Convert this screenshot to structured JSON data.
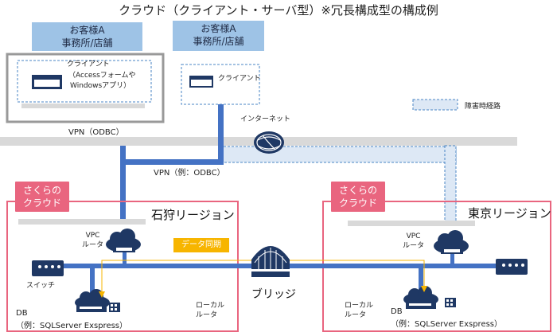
{
  "title": "クラウド（クライアント・サーバ型）※冗長構成型の構成例",
  "customers": [
    {
      "name": "お客様A",
      "site": "事務所/店舗"
    },
    {
      "name": "お客様A",
      "site": "事務所/店舗"
    }
  ],
  "client_left": {
    "label": "クライアント",
    "app_line1": "（Accessフォームや",
    "app_line2": "Windowsアプリ）"
  },
  "client_right": {
    "label": "クライアント"
  },
  "internet": "インターネット",
  "vpn_left": "VPN（ODBC）",
  "vpn_mid": "VPN（例：ODBC）",
  "legend": {
    "failover_path": "障害時経路"
  },
  "sakura_cloud": {
    "line1": "さくらの",
    "line2": "クラウド"
  },
  "regions": {
    "ishikari": {
      "name": "石狩リージョン",
      "vpc_router": "VPC\nルータ",
      "switch": "スイッチ",
      "db_line1": "DB",
      "db_line2": "（例：SQLServer Exspress）",
      "local_router": "ローカル\nルータ"
    },
    "tokyo": {
      "name": "東京リージョン",
      "vpc_router": "VPC\nルータ",
      "db_line1": "DB",
      "db_line2": "（例：SQLServer Exspress）",
      "local_router": "ローカル\nルータ"
    }
  },
  "data_sync": "データ同期",
  "bridge": "ブリッジ",
  "colors": {
    "blue_line": "#4472c4",
    "navy_device": "#1f3864",
    "pink_region": "#e9657f",
    "customer_box": "#9ec3e6",
    "sync_yellow": "#f7b500",
    "gray_band": "#d9d9d9"
  }
}
